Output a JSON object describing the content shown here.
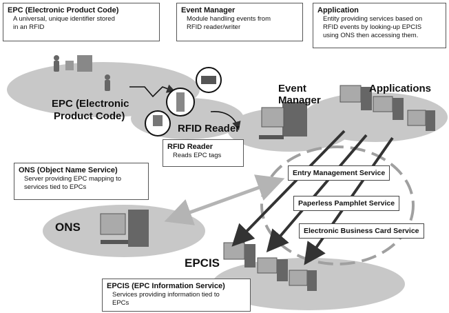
{
  "boxes": {
    "epc": {
      "title": "EPC (Electronic Product Code)",
      "desc1": "A universal, unique identifier stored",
      "desc2": "in an RFID"
    },
    "event_manager": {
      "title": "Event Manager",
      "desc1": "Module handling events from",
      "desc2": "RFID reader/writer"
    },
    "application": {
      "title": "Application",
      "desc1": "Entity providing services based on",
      "desc2": "RFID events by looking-up EPCIS",
      "desc3": "using ONS then accessing them."
    },
    "rfid_reader": {
      "title": "RFID Reader",
      "desc1": "Reads EPC tags"
    },
    "ons": {
      "title": "ONS (Object Name Service)",
      "desc1": "Server providing EPC mapping to",
      "desc2": "services tied to EPCs"
    },
    "epcis": {
      "title": "EPCIS (EPC Information Service)",
      "desc1": "Services providing information tied to",
      "desc2": "EPCs"
    }
  },
  "labels": {
    "epc_line1": "EPC (Electronic",
    "epc_line2": "Product Code)",
    "rfid_reader": "RFID Reader",
    "event_manager_line1": "Event",
    "event_manager_line2": "Manager",
    "applications": "Applications",
    "ons": "ONS",
    "epcis": "EPCIS"
  },
  "services": [
    "Entry Management Service",
    "Paperless Pamphlet Service",
    "Electronic Business Card Service"
  ],
  "colors": {
    "ellipse": "#c8c8c8",
    "dashed_circle": "#a0a0a0",
    "arrow_dark": "#333333",
    "arrow_light": "#b4b4b4"
  }
}
